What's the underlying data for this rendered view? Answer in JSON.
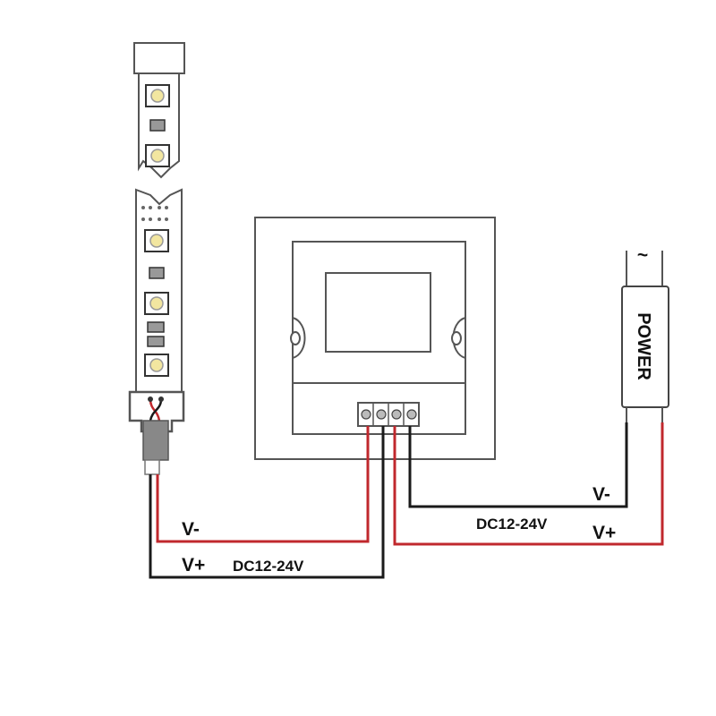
{
  "strip_left_labels": {
    "neg": "V-",
    "pos": "V+",
    "voltage": "DC12-24V"
  },
  "power_supply": {
    "label": "POWER",
    "ac_symbol": "~",
    "neg": "V-",
    "pos": "V+",
    "voltage": "DC12-24V"
  },
  "colors": {
    "wire_red": "#c0282d",
    "wire_black": "#1a1a1a",
    "outline": "#444444",
    "led_yellow": "#f2e6a0",
    "strip_fill": "#ffffff",
    "connector_gray": "#888888"
  }
}
